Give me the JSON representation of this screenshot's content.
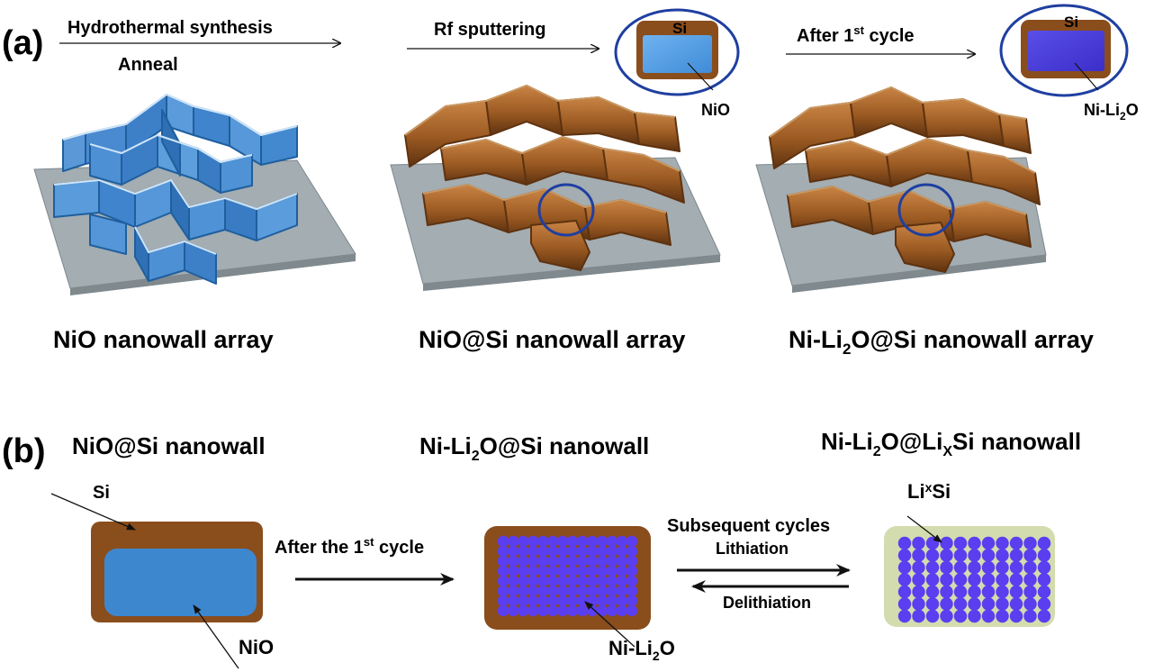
{
  "panel_a": {
    "label": "(a)",
    "steps": {
      "hydrothermal": "Hydrothermal synthesis",
      "anneal": "Anneal",
      "sputtering": "Rf sputtering",
      "after_first": {
        "pre": "After 1",
        "sup": "st",
        "post": " cycle"
      }
    },
    "insets": {
      "left": {
        "shell": "Si",
        "core": "NiO"
      },
      "right": {
        "shell": "Si",
        "core": {
          "pre": "Ni-Li",
          "sub": "2",
          "post": "O"
        }
      }
    },
    "captions": {
      "nio_array": "NiO nanowall array",
      "nio_si_array": "NiO@Si nanowall array",
      "ni_li2o_si_array": {
        "pre": "Ni-Li",
        "sub": "2",
        "post": "O@Si nanowall array"
      }
    }
  },
  "panel_b": {
    "label": "(b)",
    "headings": {
      "nio_si": "NiO@Si nanowall",
      "ni_li2o_si": {
        "pre": "Ni-Li",
        "sub": "2",
        "post": "O@Si nanowall"
      },
      "ni_li2o_lixsi": {
        "pre": "Ni-Li",
        "sub": "2",
        "mid": "O@Li",
        "sub2": "X",
        "post": "Si nanowall"
      }
    },
    "labels": {
      "si": "Si",
      "nio": "NiO",
      "ni_li2o": {
        "pre": "Ni-Li",
        "sub": "2",
        "post": "O"
      },
      "lixsi": {
        "pre": "Li",
        "sub": "x",
        "post": "Si"
      }
    },
    "arrows": {
      "after_first": {
        "pre": "After the 1",
        "sup": "st",
        "post": " cycle"
      },
      "subsequent": "Subsequent cycles",
      "lithiation": "Lithiation",
      "delithiation": "Delithiation"
    }
  },
  "colors": {
    "nio_blue": "#3d87cf",
    "si_brown": "#8a4d1c",
    "ni_li2o_purple": "#5a3ef0",
    "lixsi_green": "#d3dcae",
    "substrate_gray": "#a3adb2",
    "inset_ring": "#1f3fa0"
  }
}
